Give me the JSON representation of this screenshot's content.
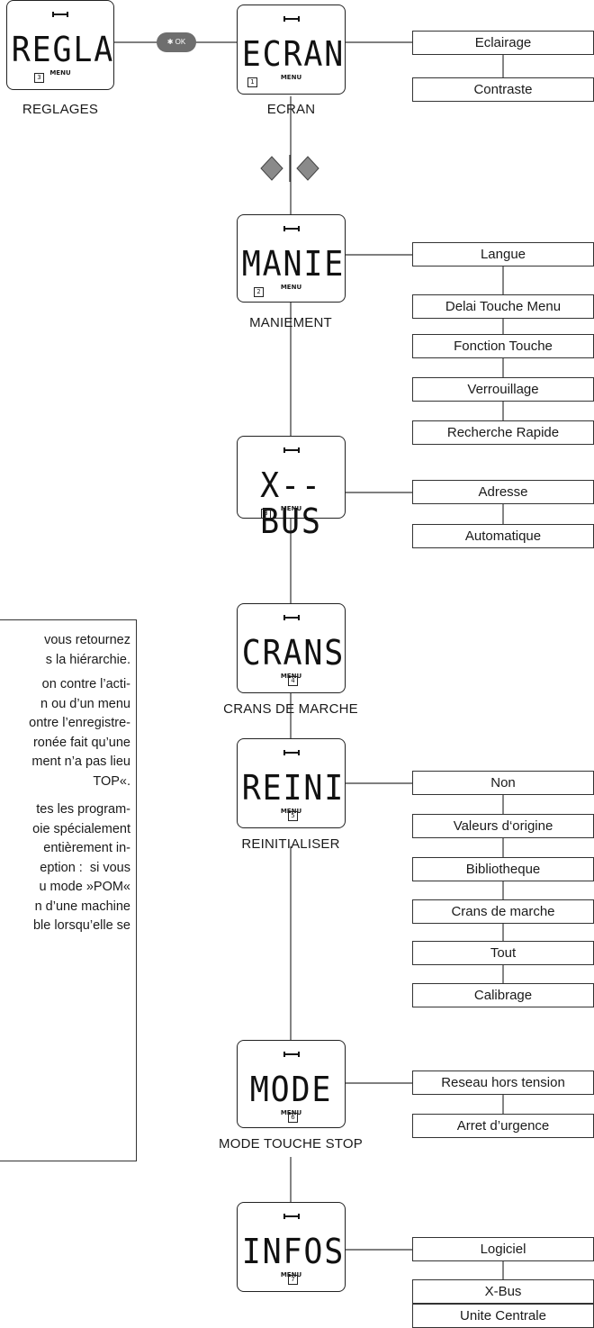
{
  "screens": {
    "regla": {
      "display": "REGLA",
      "menu": "MENU",
      "number": "3",
      "caption": "REGLAGES"
    },
    "ecran": {
      "display": "ECRAN",
      "menu": "MENU",
      "number": "1",
      "caption": "ECRAN"
    },
    "manie": {
      "display": "MANIE",
      "menu": "MENU",
      "number": "2",
      "caption": "MANIEMENT"
    },
    "xbus": {
      "display": "X--BUS",
      "menu": "MENU",
      "number": "3",
      "caption": ""
    },
    "crans": {
      "display": "CRANS",
      "menu": "MENU",
      "number": "4",
      "caption": "CRANS DE MARCHE"
    },
    "reini": {
      "display": "REINI",
      "menu": "MENU",
      "number": "5",
      "caption": "REINITIALISER"
    },
    "mode": {
      "display": "MODE",
      "menu": "MENU",
      "number": "6",
      "caption": "MODE TOUCHE STOP"
    },
    "infos": {
      "display": "INFOS",
      "menu": "MENU",
      "number": "7",
      "caption": ""
    }
  },
  "ok_button": {
    "label": "✱ OK"
  },
  "options": {
    "ecran": [
      "Eclairage",
      "Contraste"
    ],
    "manie": [
      "Langue",
      "Delai Touche Menu",
      "Fonction Touche",
      "Verrouillage",
      "Recherche Rapide"
    ],
    "xbus": [
      "Adresse",
      "Automatique"
    ],
    "reini": [
      "Non",
      "Valeurs d‘origine",
      "Bibliotheque",
      "Crans de marche",
      "Tout",
      "Calibrage"
    ],
    "mode": [
      "Reseau hors tension",
      "Arret d’urgence"
    ],
    "infos": [
      "Logiciel",
      "X-Bus",
      "Unite Centrale"
    ]
  },
  "note": {
    "paragraph1": "vous retournez\ns la hiérarchie.",
    "paragraph2": "on contre l’acti-\nn ou d’un menu\nontre l’enregistre-\nronée fait qu’une\nment n’a pas lieu\nTOP«.",
    "paragraph3": "tes les program-\noie spécialement\nentièrement in-\neption :  si vous\nu mode »POM«\nn d’une machine\nble lorsqu’elle se"
  },
  "colors": {
    "button": "#6e6e6e",
    "arrow": "#8a8a8a",
    "line": "#333333"
  }
}
